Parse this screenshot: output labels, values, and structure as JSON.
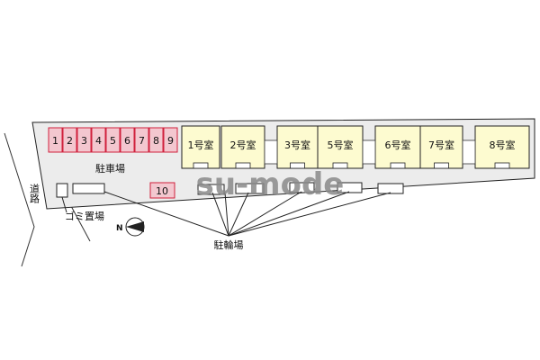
{
  "parking": {
    "label": "駐車場",
    "spaces": [
      "1",
      "2",
      "3",
      "4",
      "5",
      "6",
      "7",
      "8",
      "9"
    ],
    "extra_space": "10",
    "space_color": "#f3c7cf",
    "space_border": "#d0203c"
  },
  "road_label": "道路",
  "garbage_label": "ゴミ置場",
  "bicycle_label": "駐輪場",
  "north_label": "N",
  "units": [
    "1号室",
    "2号室",
    "3号室",
    "5号室",
    "6号室",
    "7号室",
    "8号室"
  ],
  "unit_color": "#fdfbd0",
  "site_color": "#ececec",
  "watermark": "su-mode"
}
